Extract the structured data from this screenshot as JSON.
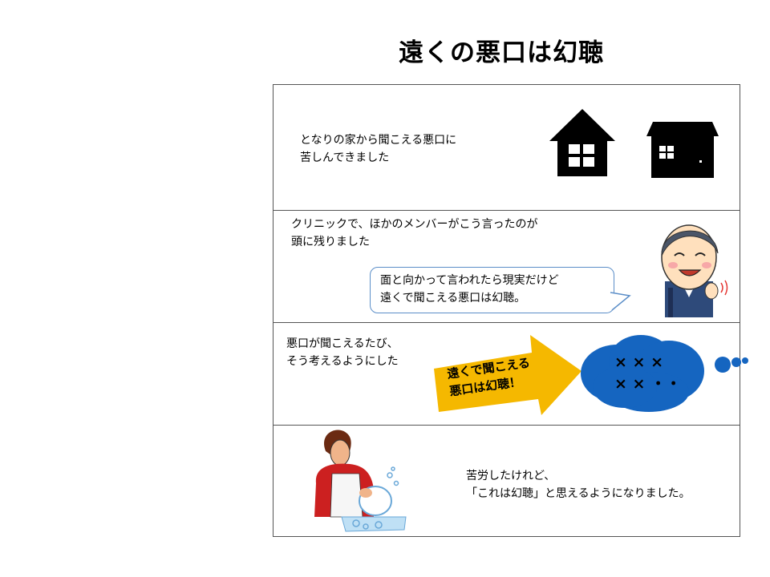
{
  "title": "遠くの悪口は幻聴",
  "panels": [
    {
      "text": "となりの家から聞こえる悪口に\n苦しんできました",
      "icons": [
        "house-icon",
        "house-icon"
      ]
    },
    {
      "text": "クリニックで、ほかのメンバーがこう言ったのが\n頭に残りました",
      "speech": "面と向かって言われたら現実だけど\n遠くで聞こえる悪口は幻聴。"
    },
    {
      "text": "悪口が聞こえるたび、\nそう考えるようにした",
      "arrow_text": "遠くで聞こえる\n悪口は幻聴！",
      "thought": "× × ×\n× × ・・"
    },
    {
      "text": "苦労したけれど、\n「これは幻聴」と思えるようになりました。"
    }
  ],
  "colors": {
    "arrow": "#f5b800",
    "thought_cloud": "#1565c0",
    "bubble_border": "#5b8ec8",
    "apron": "#cc2020"
  }
}
